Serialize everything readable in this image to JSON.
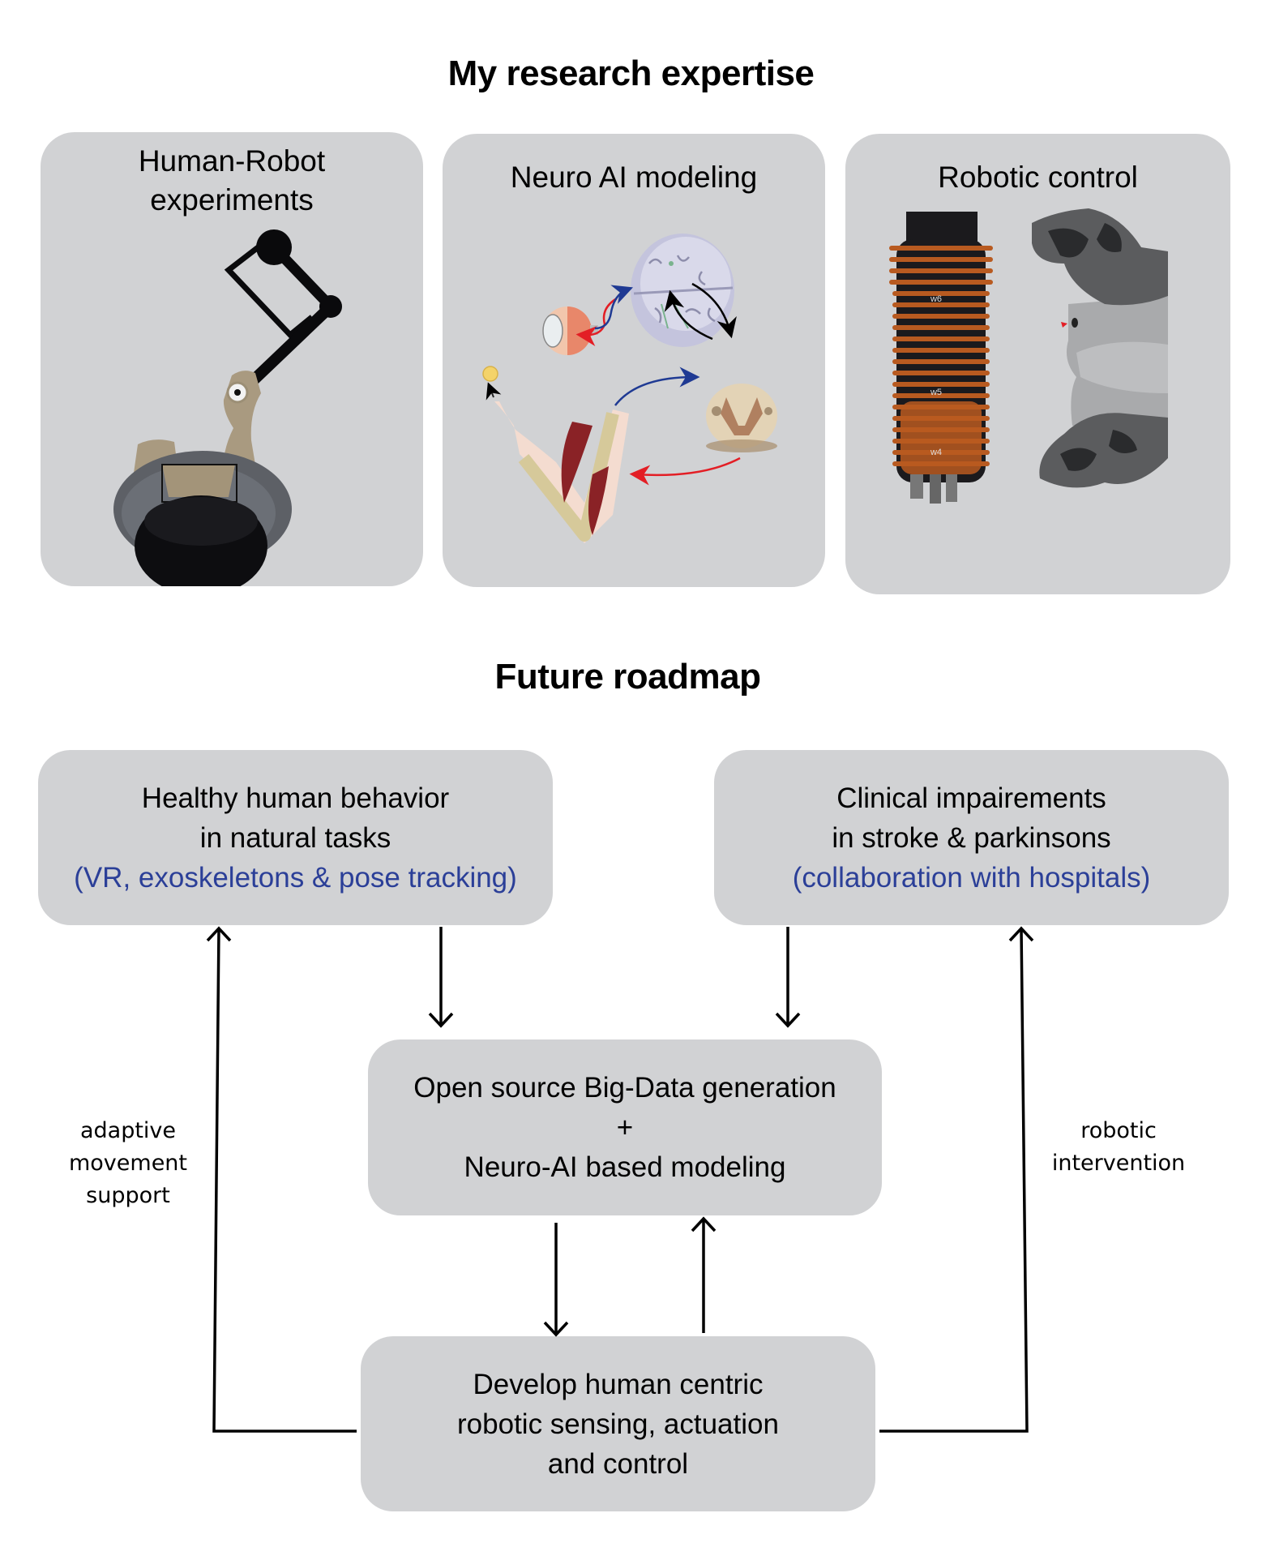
{
  "expertise": {
    "title": "My research expertise",
    "panels": [
      {
        "title_lines": [
          "Human-Robot",
          "experiments"
        ],
        "illustration": "person-with-planar-robot-arm"
      },
      {
        "title_lines": [
          "Neuro AI modeling"
        ],
        "illustration": "brain-eye-spinalcord-arm-loop"
      },
      {
        "title_lines": [
          "Robotic control"
        ],
        "illustration": "robot-arm-and-depth-map",
        "segment_labels": [
          "w6",
          "w5",
          "w4"
        ]
      }
    ]
  },
  "roadmap": {
    "title": "Future roadmap",
    "boxes": {
      "healthy": {
        "lines": [
          "Healthy human behavior",
          "in natural tasks"
        ],
        "note": "(VR, exoskeletons & pose tracking)"
      },
      "clinical": {
        "lines": [
          "Clinical impairements",
          "in stroke & parkinsons"
        ],
        "note": "(collaboration with hospitals)"
      },
      "bigdata": {
        "lines": [
          "Open source Big-Data generation",
          "+",
          "Neuro-AI based modeling"
        ]
      },
      "robotics": {
        "lines": [
          "Develop human centric",
          "robotic sensing, actuation",
          "and control"
        ]
      }
    },
    "side_labels": {
      "left": [
        "adaptive",
        "movement",
        "support"
      ],
      "right": [
        "robotic",
        "intervention"
      ]
    }
  },
  "colors": {
    "panel_fill": "#d1d2d4",
    "note_blue": "#2b3f98",
    "arrow_red": "#e31e25",
    "arrow_blue": "#1f3a93",
    "robot_orange": "#b85a20"
  }
}
